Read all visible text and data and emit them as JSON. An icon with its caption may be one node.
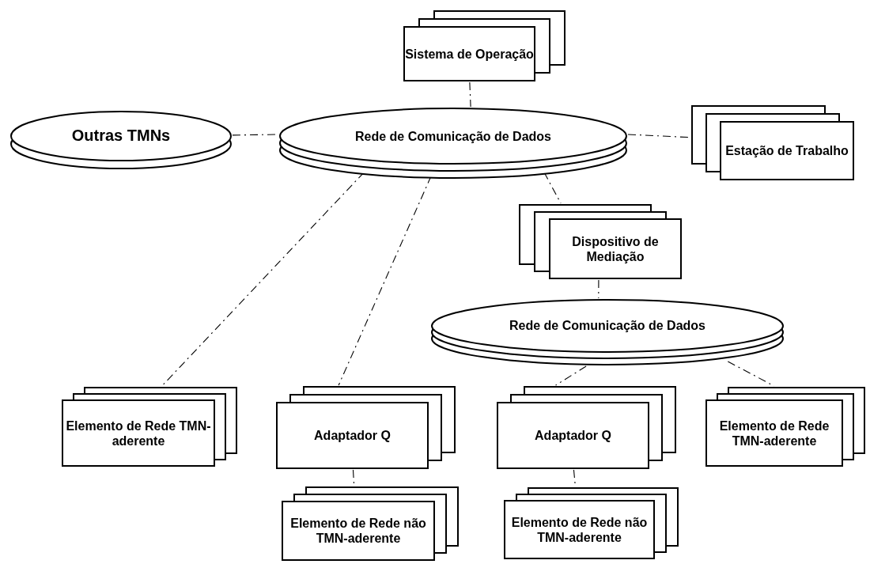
{
  "diagram": {
    "nodes": [
      {
        "text": [
          "Sistema de Operação"
        ]
      },
      {
        "text": [
          "Outras TMNs"
        ]
      },
      {
        "text": [
          "Rede de Comunicação de Dados"
        ]
      },
      {
        "text": [
          "Estação de Trabalho"
        ]
      },
      {
        "text": [
          "Dispositivo de Mediação"
        ]
      },
      {
        "text": [
          "Rede de Comunicação de Dados"
        ]
      },
      {
        "text": [
          "Elemento de Rede TMN-aderente"
        ]
      },
      {
        "text": [
          "Adaptador Q"
        ]
      },
      {
        "text": [
          "Adaptador Q"
        ]
      },
      {
        "text": [
          "Elemento de Rede TMN-aderente"
        ]
      },
      {
        "text": [
          "Elemento de Rede não TMN-aderente"
        ]
      },
      {
        "text": [
          "Elemento de Rede não TMN-aderente"
        ]
      }
    ],
    "edges": [
      {
        "from": 0,
        "to": 2,
        "arrow": "none"
      },
      {
        "from": 1,
        "to": 2,
        "arrow": "none"
      },
      {
        "from": 2,
        "to": 3,
        "arrow": "none"
      },
      {
        "from": 2,
        "to": 6,
        "arrow": "none"
      },
      {
        "from": 2,
        "to": 7,
        "arrow": "none"
      },
      {
        "from": 2,
        "to": 4,
        "arrow": "none"
      },
      {
        "from": 4,
        "to": 5,
        "arrow": "none"
      },
      {
        "from": 5,
        "to": 8,
        "arrow": "none"
      },
      {
        "from": 5,
        "to": 9,
        "arrow": "none"
      },
      {
        "from": 7,
        "to": 10,
        "arrow": "none"
      },
      {
        "from": 8,
        "to": 11,
        "arrow": "none"
      }
    ]
  }
}
